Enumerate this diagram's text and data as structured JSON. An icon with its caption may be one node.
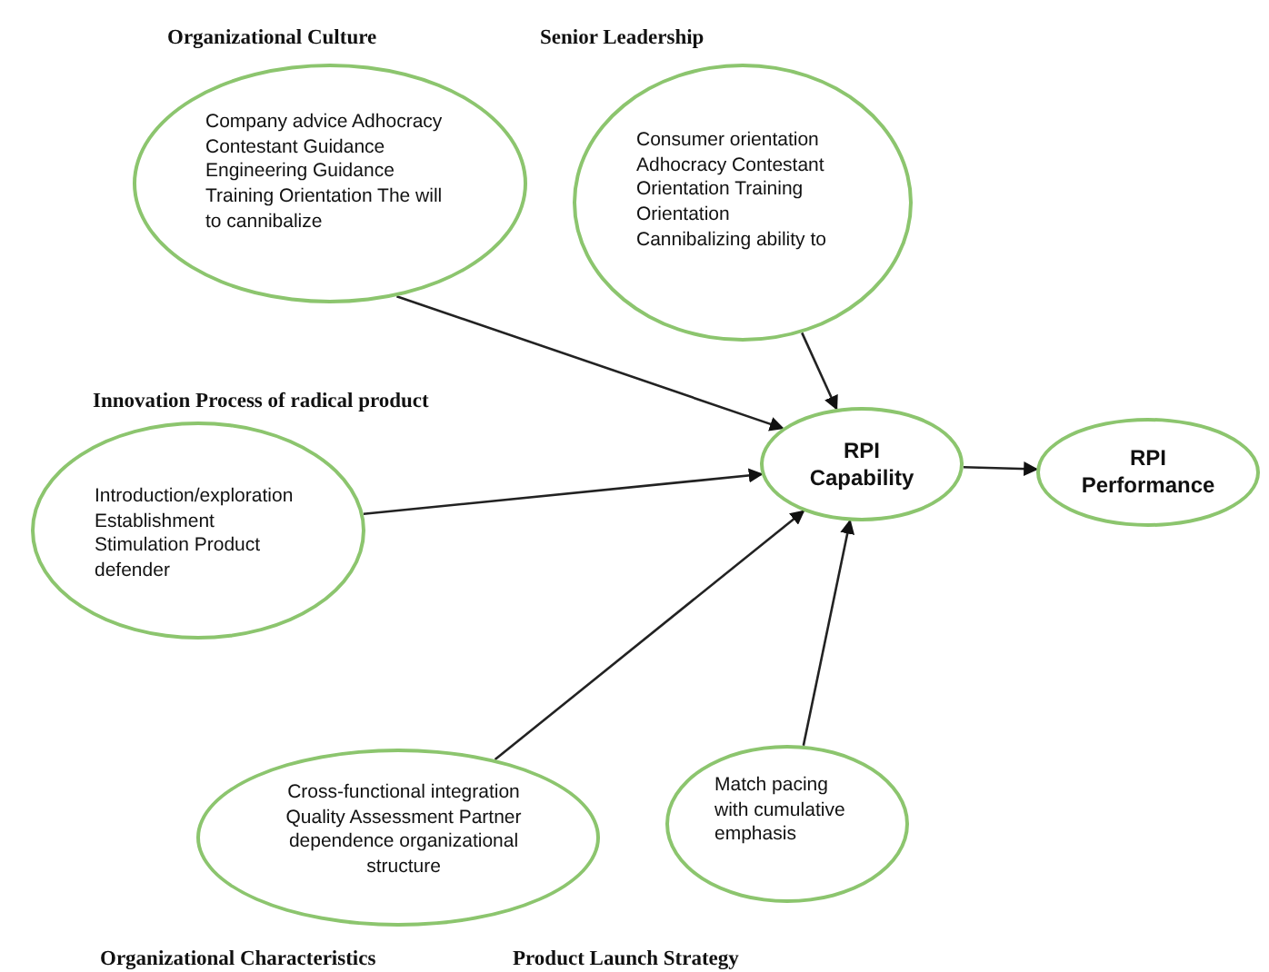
{
  "diagram": {
    "nodes": [
      {
        "text": [
          "Organizational Culture",
          "Company advice Adhocracy Contestant Guidance Engineering Guidance Training Orientation The  will to cannibalize"
        ]
      },
      {
        "text": [
          "Senior Leadership",
          "Consumer orientation Adhocracy Contestant Orientation Training Orientation Cannibalizing ability to"
        ]
      },
      {
        "text": [
          "Innovation Process of radical product",
          "Introduction/exploration Establishment Stimulation Product defender"
        ]
      },
      {
        "text": [
          "RPI Capability"
        ]
      },
      {
        "text": [
          "RPI Performance"
        ]
      },
      {
        "text": [
          "Cross-functional integration Quality Assessment Partner dependence organizational structure",
          "Organizational Characteristics"
        ]
      },
      {
        "text": [
          "Match pacing with cumulative emphasis",
          "Product Launch Strategy"
        ]
      }
    ],
    "edges": [
      {
        "from": 0,
        "to": 3,
        "arrow": "to"
      },
      {
        "from": 1,
        "to": 3,
        "arrow": "to"
      },
      {
        "from": 2,
        "to": 3,
        "arrow": "to"
      },
      {
        "from": 5,
        "to": 3,
        "arrow": "to"
      },
      {
        "from": 6,
        "to": 3,
        "arrow": "to"
      },
      {
        "from": 3,
        "to": 4,
        "arrow": "to"
      }
    ]
  }
}
